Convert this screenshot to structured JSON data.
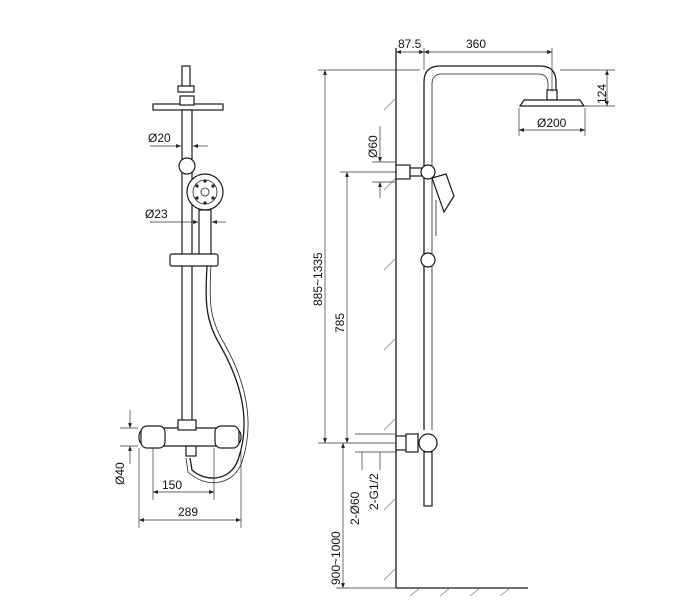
{
  "front_view": {
    "dims": {
      "pipe_diameter": "Ø20",
      "handshower_diameter": "Ø23",
      "mixer_diameter": "Ø40",
      "inlet_spacing": "150",
      "mixer_width": "289"
    }
  },
  "side_view": {
    "dims": {
      "wall_offset": "87.5",
      "arm_length": "360",
      "head_height": "124",
      "head_diameter": "Ø200",
      "holder_diameter": "Ø60",
      "riser_height": "885~1335",
      "slide_height": "785",
      "escutcheon_diameter": "2-Ø60",
      "inlet_thread": "2-G1/2",
      "install_height": "900~1000"
    }
  }
}
